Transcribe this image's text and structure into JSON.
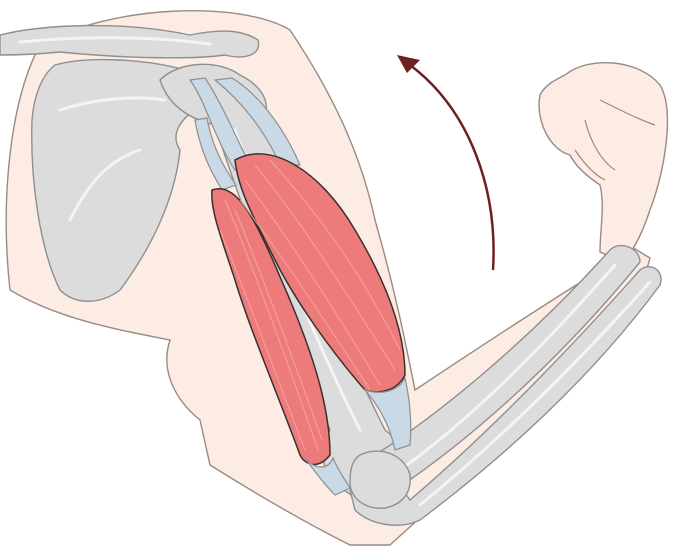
{
  "diagram": {
    "subject": "arm-flexion",
    "structures": [
      "shoulder",
      "scapula",
      "clavicle",
      "humerus",
      "biceps-long-head",
      "biceps-short-head",
      "radius",
      "ulna",
      "hand"
    ],
    "motion": "forearm-raise-arrow"
  },
  "colors": {
    "skin_fill": "#fdece3",
    "skin_outline": "#9a8a86",
    "bone_fill": "#dcdcdc",
    "bone_outline": "#8f8f8f",
    "bone_highlight": "#f4f4f4",
    "muscle_fill": "#ee7b7b",
    "muscle_fiber": "#f3a9a2",
    "muscle_outline": "#3a3030",
    "tendon_fill": "#c9d9e6",
    "arrow": "#6e1f1f"
  }
}
